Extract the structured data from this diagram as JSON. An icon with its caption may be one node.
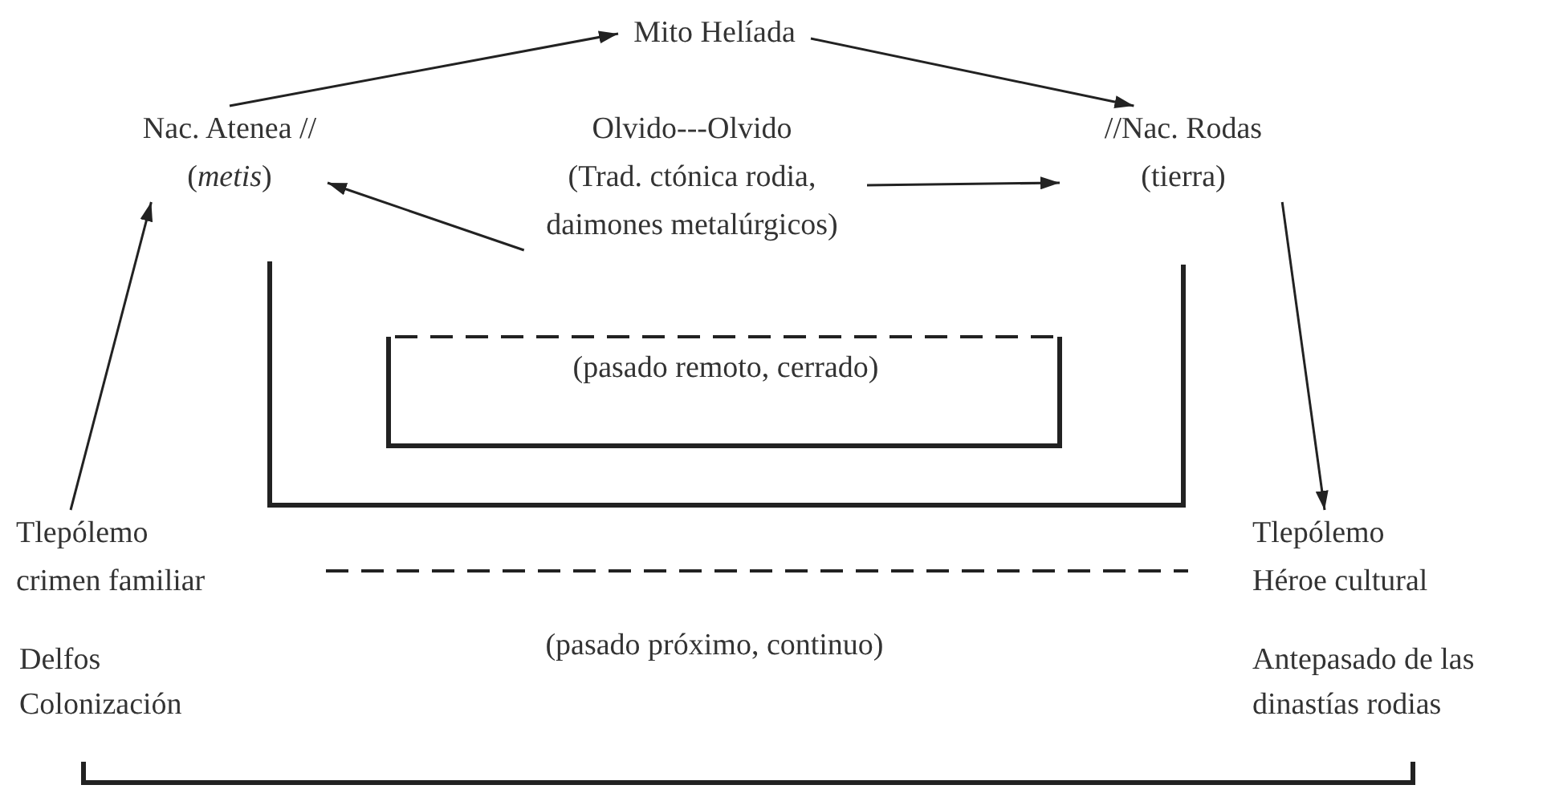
{
  "diagram": {
    "nodes": [
      {
        "text": [
          "Mito Helíada"
        ]
      },
      {
        "text": [
          "Nac. Atenea //",
          "(*metis*)"
        ]
      },
      {
        "text": [
          "Olvido---Olvido",
          "(Trad. ctónica rodia, daimones metalúrgicos)"
        ]
      },
      {
        "text": [
          "//Nac. Rodas",
          "(tierra)"
        ]
      },
      {
        "text": [
          "Tlepólemo",
          "crimen familiar"
        ]
      },
      {
        "text": [
          "Tlepólemo",
          "Héroe cultural"
        ]
      }
    ],
    "edges": [
      {
        "from": 1,
        "to": 0,
        "arrow": "to"
      },
      {
        "from": 0,
        "to": 3,
        "arrow": "to"
      },
      {
        "from": 2,
        "to": 1,
        "arrow": "to"
      },
      {
        "from": 2,
        "to": 3,
        "arrow": "to"
      },
      {
        "from": 4,
        "to": 1,
        "arrow": "to"
      },
      {
        "from": 3,
        "to": 5,
        "arrow": "to"
      }
    ],
    "labels": [
      "(pasado remoto, cerrado)",
      "(pasado próximo, continuo)",
      "Delfos",
      "Colonización",
      "Antepasado de las dinastías rodias"
    ]
  }
}
